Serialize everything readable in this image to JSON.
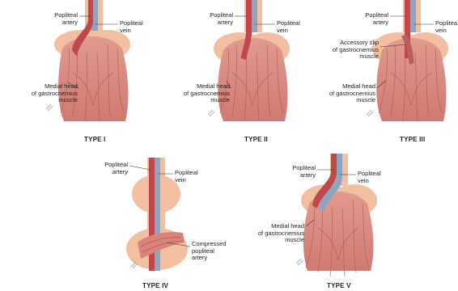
{
  "panels": [
    {
      "title": "TYPE I",
      "labels": {
        "artery": "Popliteal\nartery",
        "vein": "Popliteal\nvein",
        "muscle": "Medial head\nof gastrocnemius\nmuscle"
      }
    },
    {
      "title": "TYPE II",
      "labels": {
        "artery": "Popliteal\nartery",
        "vein": "Popliteal\nvein",
        "muscle": "Medial head\nof gastrocnemius\nmuscle"
      }
    },
    {
      "title": "TYPE III",
      "labels": {
        "artery": "Popliteal\nartery",
        "vein": "Poplitea\nvein",
        "slip": "Accessory slip\nof gastrocnemius\nmuscle",
        "muscle": "Medial head\nof gastrocnemius\nmuscle"
      }
    },
    {
      "title": "TYPE IV",
      "labels": {
        "artery": "Popliteal\nartery",
        "vein": "Popliteal\nvein",
        "compressed": "Compressed\npopliteal\nartery"
      }
    },
    {
      "title": "TYPE V",
      "labels": {
        "artery": "Popliteal\nartery",
        "vein": "Popliteal\nvein",
        "muscle": "Medial head\nof gastrocnemius\nmuscle"
      }
    }
  ],
  "colors": {
    "muscle": "#d9837a",
    "muscle_dark": "#b9605a",
    "skin": "#f2bfa0",
    "artery": "#c0474b",
    "vein": "#8aa6c4",
    "leader_line": "#333333"
  }
}
